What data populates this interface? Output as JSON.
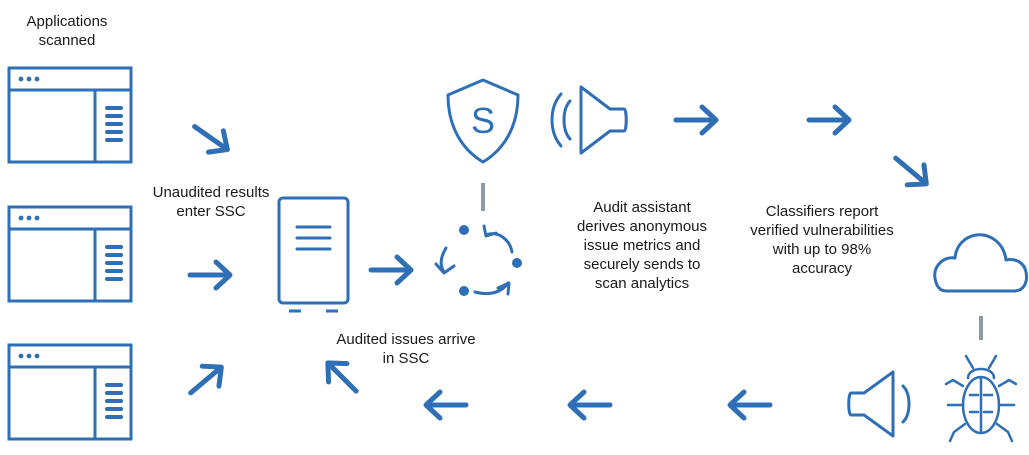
{
  "labels": {
    "apps_scanned": "Applications scanned",
    "unaudited": "Unaudited results enter SSC",
    "audited": "Audited issues arrive in SSC",
    "audit_assistant": "Audit assistant derives anonymous issue metrics and securely sends to scan analytics",
    "classifiers": "Classifiers report verified vulnerabilities with up to 98% accuracy"
  },
  "shield_letter": "S",
  "colors": {
    "accent": "#2f6fb6",
    "connector": "#8a9aa6",
    "text": "#1a1a1a"
  },
  "icons": [
    "app-window-icon",
    "server-icon",
    "shield-icon",
    "speaker-icon",
    "refresh-cycle-icon",
    "cloud-icon",
    "bug-icon",
    "arrow-icon"
  ]
}
